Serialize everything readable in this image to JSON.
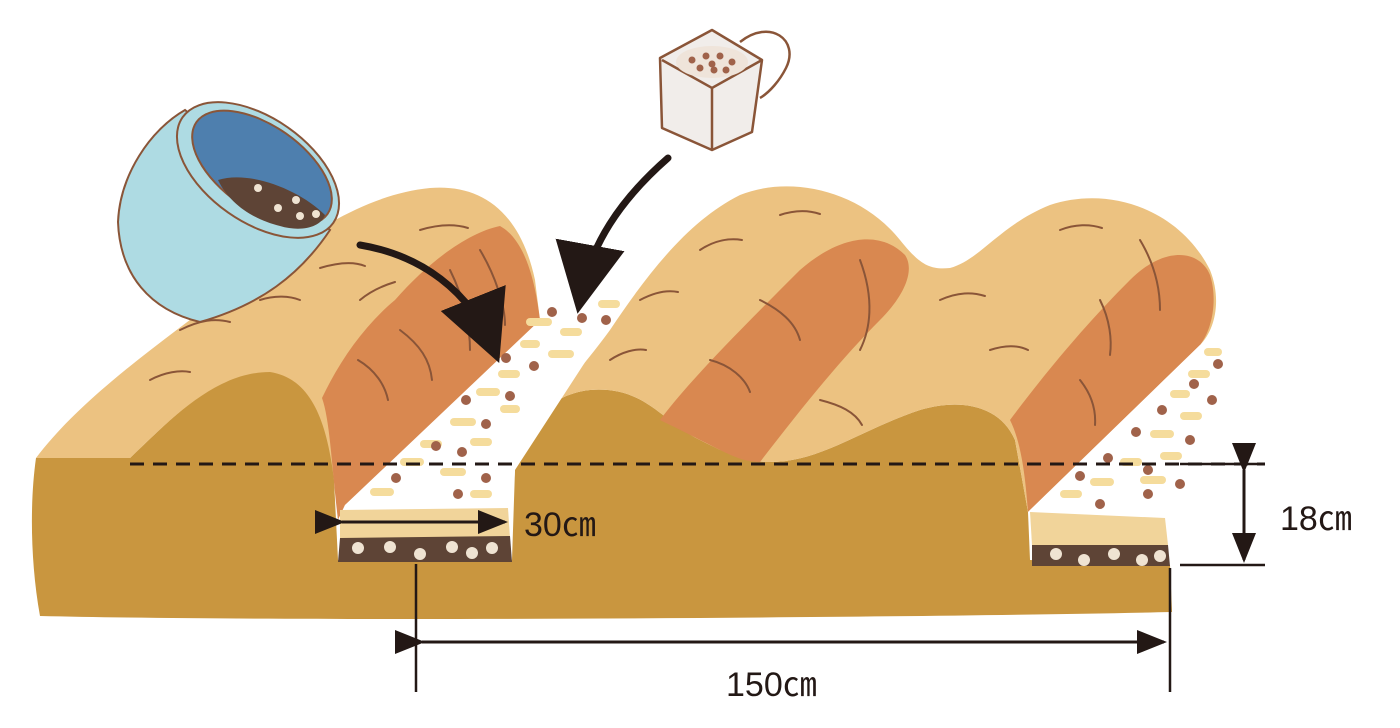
{
  "labels": {
    "furrow_width": "30㎝",
    "ridge_height": "18㎝",
    "bed_width": "150㎝"
  },
  "colors": {
    "soil_body": "#c9963f",
    "ridge_top": "#ecc281",
    "ridge_side": "#d98850",
    "furrow_layer": "#f1d49a",
    "compost_layer": "#5e4436",
    "pebble": "#efe3d2",
    "fertilizer_granule": "#a0624a",
    "bucket_body": "#aedbe3",
    "bucket_water": "#4e7fae",
    "bag_fill": "#f1edea",
    "outline": "#8a5538",
    "ink": "#231815"
  },
  "icons": {
    "bucket": "compost-bucket-icon",
    "bag": "fertilizer-bag-icon"
  }
}
